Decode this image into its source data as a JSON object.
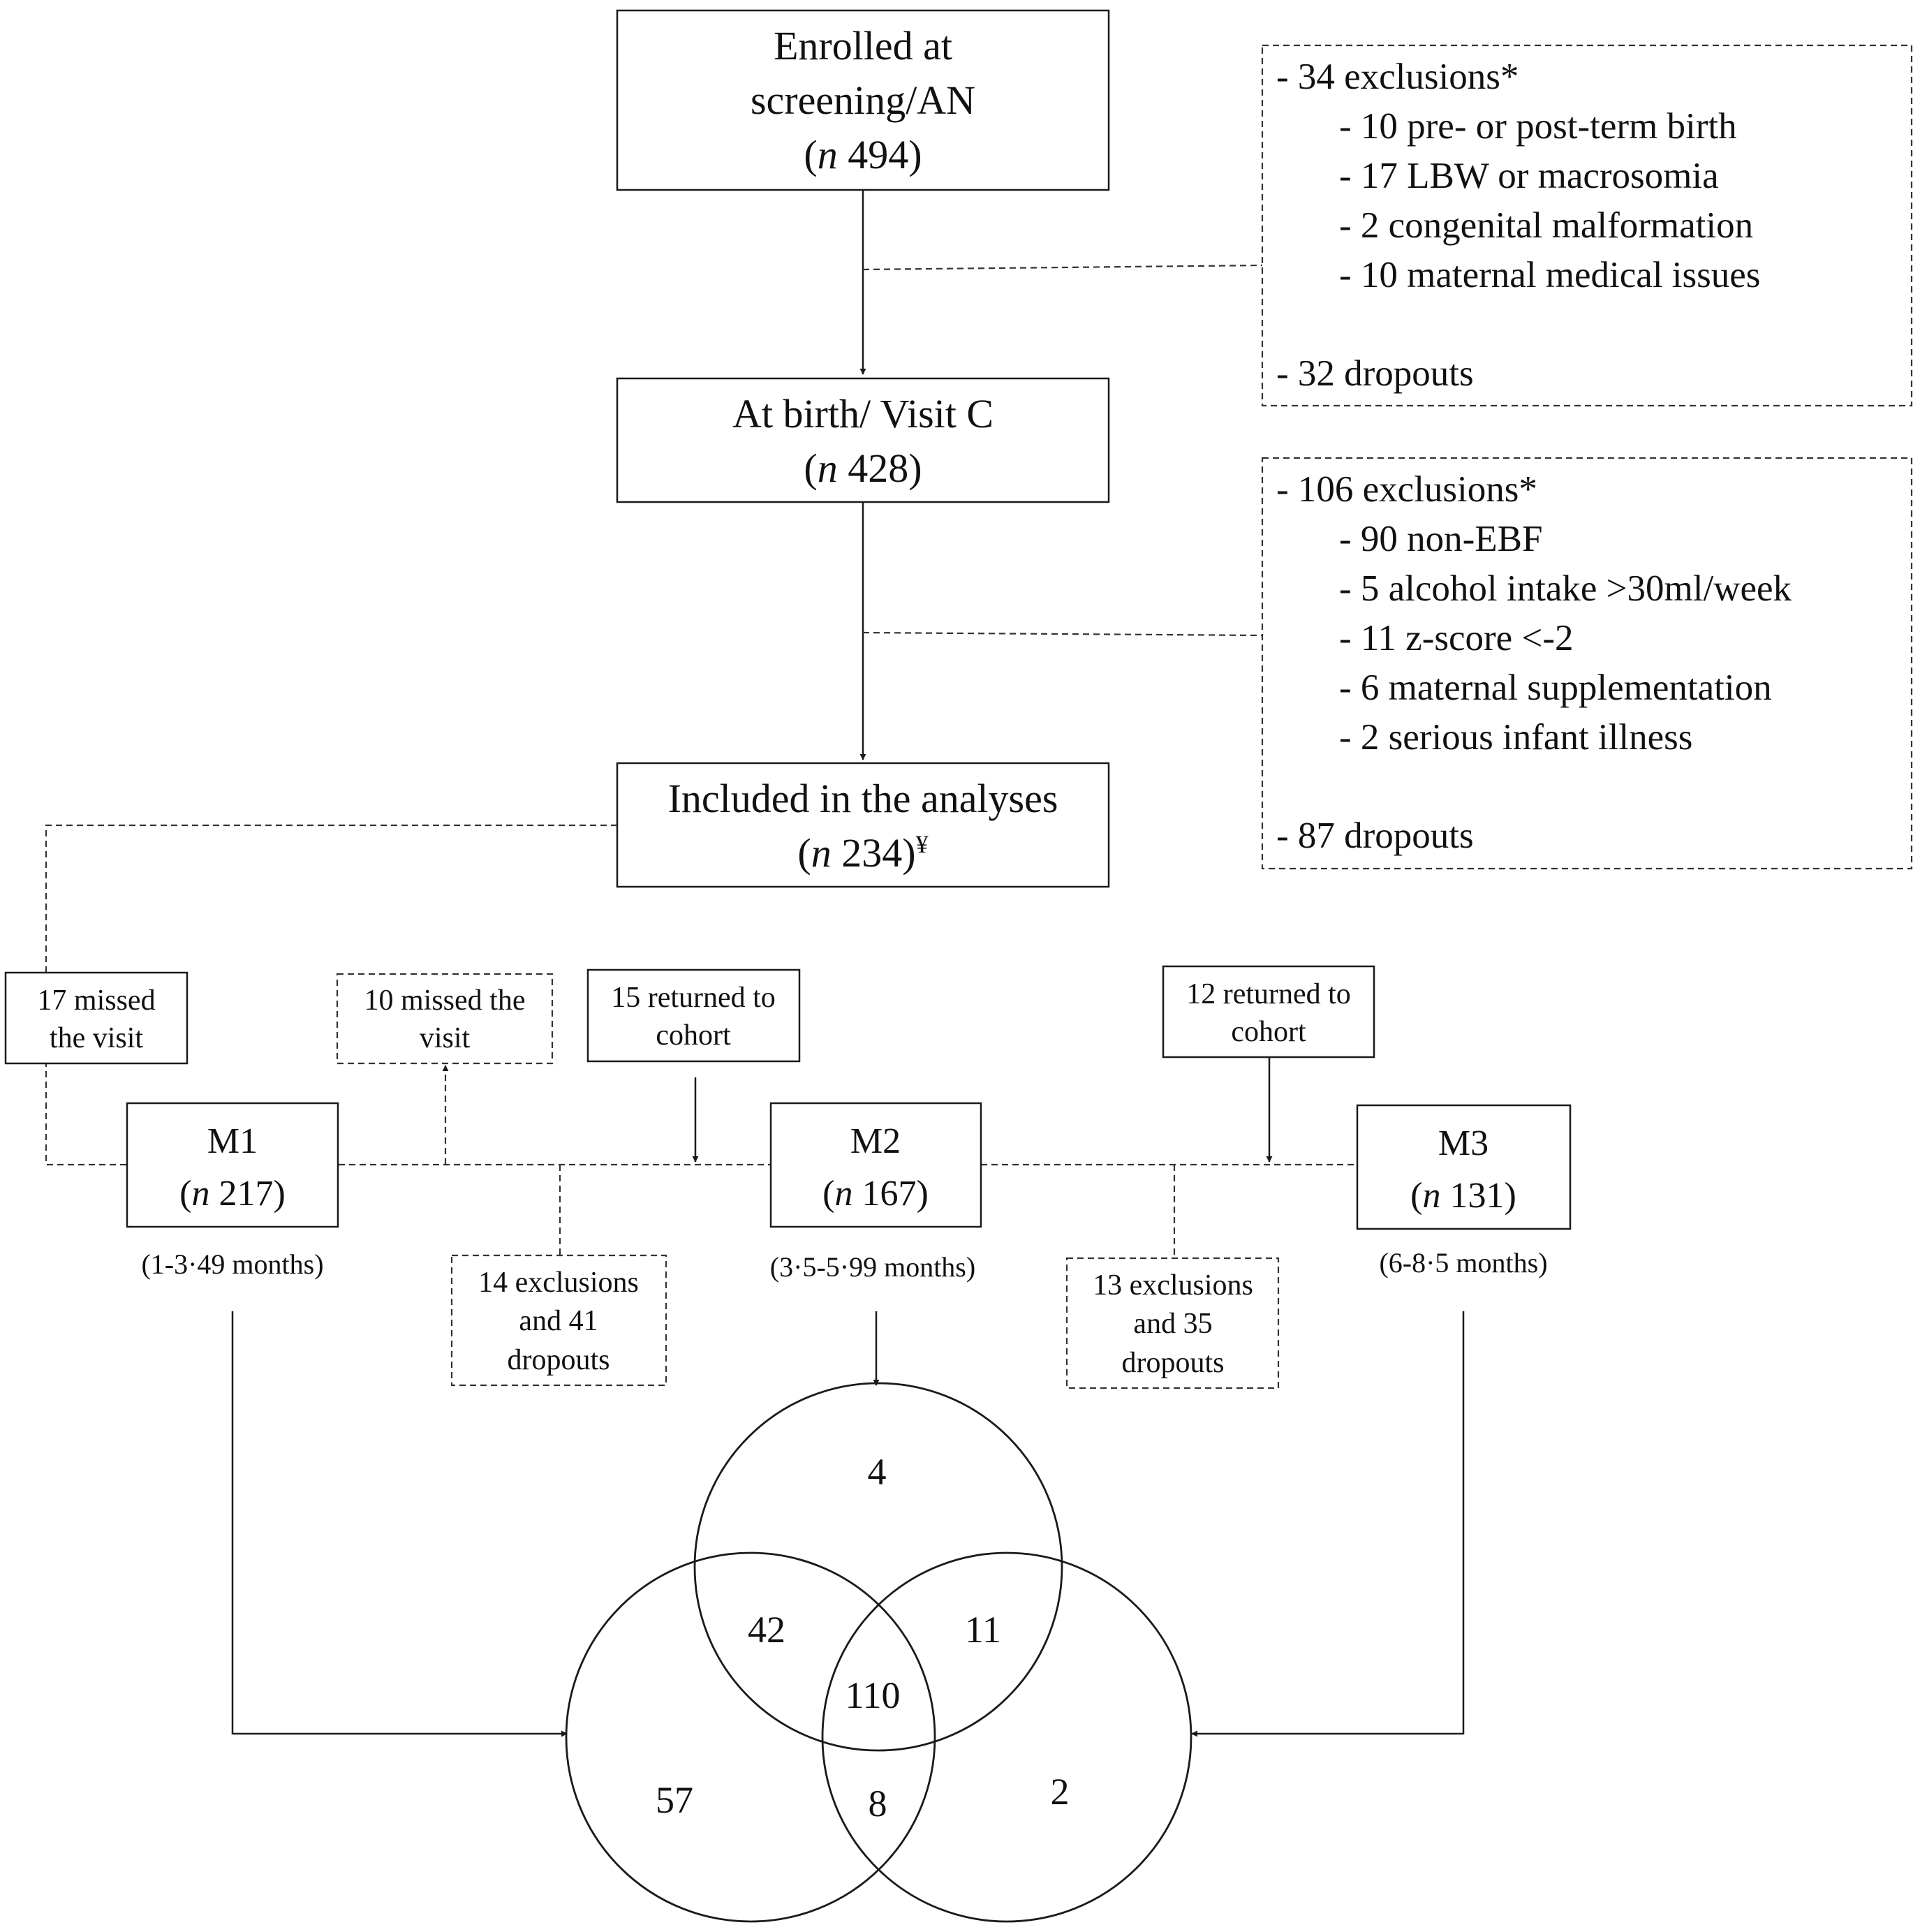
{
  "main_boxes": {
    "enrolled": {
      "line1": "Enrolled at",
      "line2": "screening/AN",
      "n_label": "n",
      "n_value": " 494)"
    },
    "birth": {
      "line1": "At birth/ Visit C",
      "n_label": "n",
      "n_value": " 428)"
    },
    "included": {
      "line1": "Included in the analyses",
      "n_label": "n",
      "n_value": " 234)",
      "mark": "¥"
    }
  },
  "exclusions_1": {
    "header": "- 34 exclusions*",
    "items": [
      "- 10 pre- or post-term birth",
      "- 17 LBW or macrosomia",
      "- 2 congenital malformation",
      "- 10 maternal medical issues"
    ],
    "dropouts": "- 32 dropouts"
  },
  "exclusions_2": {
    "header": "- 106 exclusions*",
    "items": [
      "- 90 non-EBF",
      "- 5 alcohol intake >30ml/week",
      "- 11 z-score <-2",
      "- 6 maternal supplementation",
      "- 2 serious infant illness"
    ],
    "dropouts": "- 87 dropouts"
  },
  "side_boxes": {
    "missed_17": [
      "17 missed",
      "the visit"
    ],
    "missed_10": [
      "10 missed the",
      "visit"
    ],
    "returned_15": [
      "15 returned to",
      "cohort"
    ],
    "returned_12": [
      "12 returned to",
      "cohort"
    ],
    "excl_14": [
      "14 exclusions",
      "and 41",
      "dropouts"
    ],
    "excl_13": [
      "13 exclusions",
      "and 35",
      "dropouts"
    ]
  },
  "visits": {
    "m1": {
      "label": "M1",
      "n_label": "n",
      "n_value": " 217)",
      "range": "(1-3·49 months)"
    },
    "m2": {
      "label": "M2",
      "n_label": "n",
      "n_value": " 167)",
      "range": "(3·5-5·99 months)"
    },
    "m3": {
      "label": "M3",
      "n_label": "n",
      "n_value": " 131)",
      "range": "(6-8·5 months)"
    }
  },
  "venn": {
    "m2_only": "4",
    "m1_m2": "42",
    "m2_m3": "11",
    "all_three": "110",
    "m1_only": "57",
    "m1_m3": "8",
    "m3_only": "2"
  }
}
